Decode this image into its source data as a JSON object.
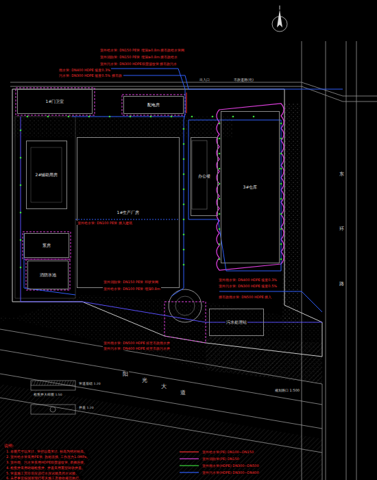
{
  "diagram": {
    "nodes": [
      {
        "text": [
          "1#门卫室"
        ]
      },
      {
        "text": [
          "配电房"
        ]
      },
      {
        "text": [
          "2#辅助用房"
        ]
      },
      {
        "text": [
          "1#生产厂房"
        ]
      },
      {
        "text": [
          "办公楼"
        ]
      },
      {
        "text": [
          "3#仓库"
        ]
      },
      {
        "text": [
          "泵房"
        ]
      },
      {
        "text": [
          "消防水池"
        ]
      },
      {
        "text": [
          "污水处理站"
        ]
      }
    ],
    "labels": [
      "室外给水管: DN150 PE管 埋深≥0.8m 接市政给水管网",
      "室外消防管: DN150 PE管 埋深≥0.8m 接市政给水",
      "室外污水管: DN300 HDPE双壁波纹管 接市政污水",
      "雨水管: DN400 HDPE 坡度0.3%",
      "污水管: DN300 HDPE 坡度0.5% 接市政",
      "室外给水管: DN100 PE管 接入建筑",
      "室外消防管: DN150 PE管 环状管网",
      "室外给水管: DN100 PE管 埋深0.8m",
      "室外雨水管: DN400 HDPE 坡度0.3%",
      "室外污水管: DN300 HDPE 坡度0.5%",
      "接市政雨水管: DN500 HDPE 接入",
      "室外雨水管: DN500 HDPE 排至市政雨水井",
      "室外污水管: DN400 HDPE 排至市政污水井",
      "阳",
      "光",
      "大",
      "道",
      "东",
      "环",
      "路",
      "市政道路(北)",
      "出入口",
      "规划路口 1:500",
      "说明:",
      "1. 本图尺寸以米计, 管径以毫米计, 标高为绝对标高。",
      "2. 室外给水管采用PE管, 热熔连接, 工作压力1.0MPa。",
      "3. 室外雨、污水管采用HDPE双壁波纹管, 承插连接。",
      "4. 检查井采用砖砌检查井, 井盖采用重型铸铁井盖。",
      "5. 管道施工完毕后应进行水压试验及闭水试验。",
      "6. 未尽事宜按国家现行有关施工及验收规范执行。",
      "检查井大样图 1:50",
      "管道基础 1:20",
      "井盖 1:20"
    ],
    "legend": [
      {
        "text": "室外给水管(PE) DN100~DN150"
      },
      {
        "text": "室外消防管(PE) DN150"
      },
      {
        "text": "室外雨水管(HDPE) DN300~DN500"
      },
      {
        "text": "室外污水管(HDPE) DN300~DN400"
      }
    ]
  }
}
